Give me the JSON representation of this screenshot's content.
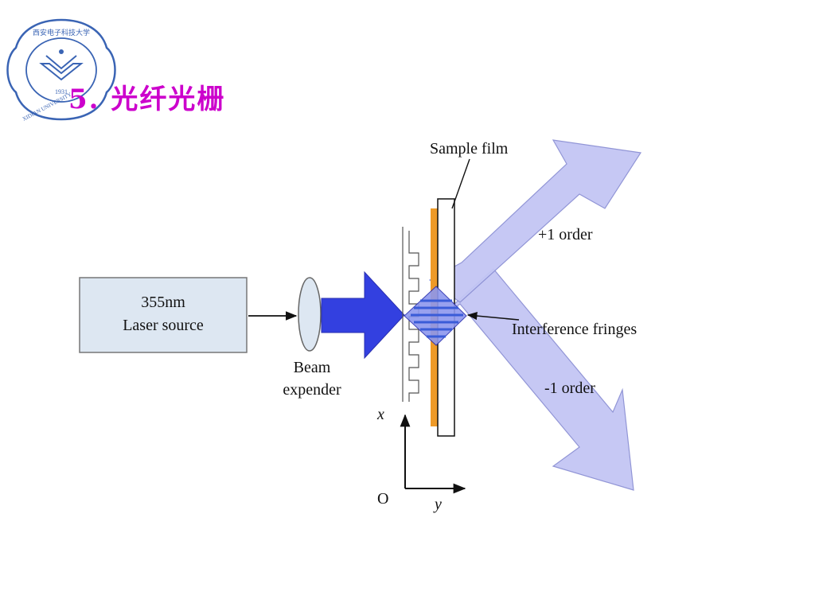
{
  "slide": {
    "title": "5. 光纤光栅"
  },
  "logo": {
    "ring_text": "西安电子科技大学",
    "english_text": "XIDIAN UNIVERSITY",
    "year": "1931",
    "color": "#3a64b4"
  },
  "diagram": {
    "laser_source": {
      "line1": "355nm",
      "line2": "Laser source"
    },
    "beam_expander": {
      "line1": "Beam",
      "line2": "expender"
    },
    "sample_film": "Sample film",
    "plus_order": "+1 order",
    "minus_order": "-1 order",
    "interference": "Interference fringes",
    "axis_x": "x",
    "axis_y": "y",
    "origin": "O",
    "colors": {
      "beam_blue": "#3340e0",
      "order_beam": "#c3c6f4",
      "order_beam_edge": "#8c90d4",
      "fiber_orange": "#ee9a28",
      "laser_box_fill": "#dde7f2",
      "fringe_blue": "#3a5cd8"
    }
  }
}
